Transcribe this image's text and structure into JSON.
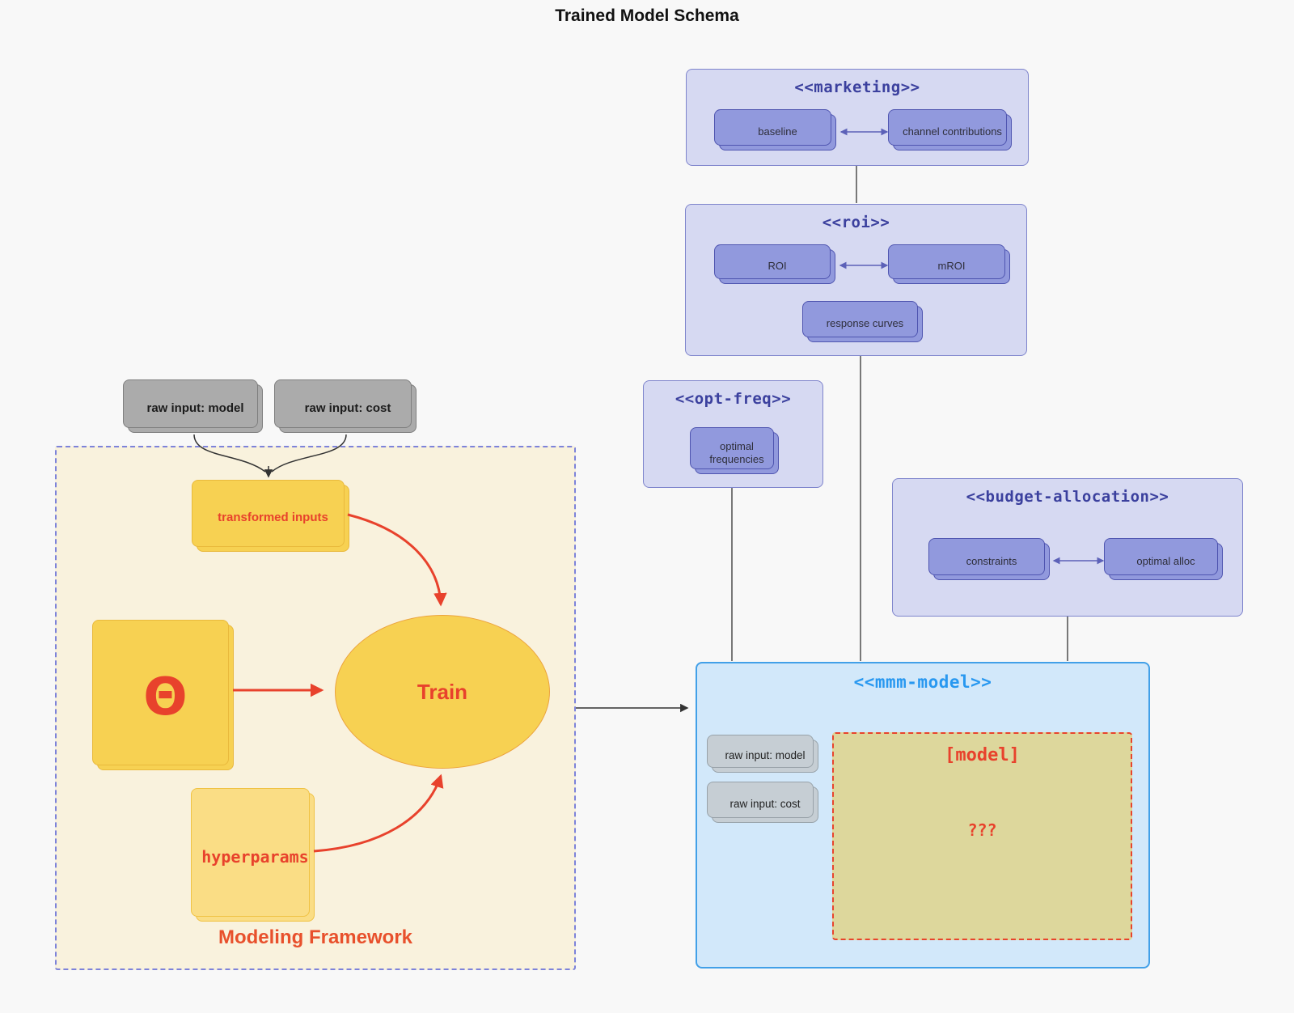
{
  "title": "Trained Model Schema",
  "colors": {
    "background": "#f8f8f8",
    "red_accent": "#e8422c",
    "purple_container": "#d6d9f2",
    "purple_node": "#9199dd",
    "purple_title": "#3b409e",
    "blue_container": "#d2e8fa",
    "blue_title": "#2898f0",
    "yellow_node": "#f7d152",
    "gray_node": "#ababab",
    "khaki_fill": "#ddd79c",
    "framework_fill": "#f9f2dd"
  },
  "raw_inputs": {
    "model": "raw input: model",
    "cost": "raw input: cost"
  },
  "marketing": {
    "stereotype": "<<marketing>>",
    "baseline": "baseline",
    "channel_contributions": "channel contributions"
  },
  "roi": {
    "stereotype": "<<roi>>",
    "roi": "ROI",
    "mroi": "mROI",
    "response_curves": "response curves"
  },
  "opt_freq": {
    "stereotype": "<<opt-freq>>",
    "optimal_frequencies": "optimal frequencies"
  },
  "budget_allocation": {
    "stereotype": "<<budget-allocation>>",
    "constraints": "constraints",
    "optimal_alloc": "optimal alloc"
  },
  "mmm_model": {
    "stereotype": "<<mmm-model>>",
    "raw_input_model": "raw input: model",
    "raw_input_cost": "raw input: cost",
    "model_box": "[model]",
    "unknown": "???"
  },
  "framework": {
    "label": "Modeling Framework",
    "transformed_inputs": "transformed inputs",
    "theta": "Θ",
    "train": "Train",
    "hyperparams": "hyperparams"
  }
}
